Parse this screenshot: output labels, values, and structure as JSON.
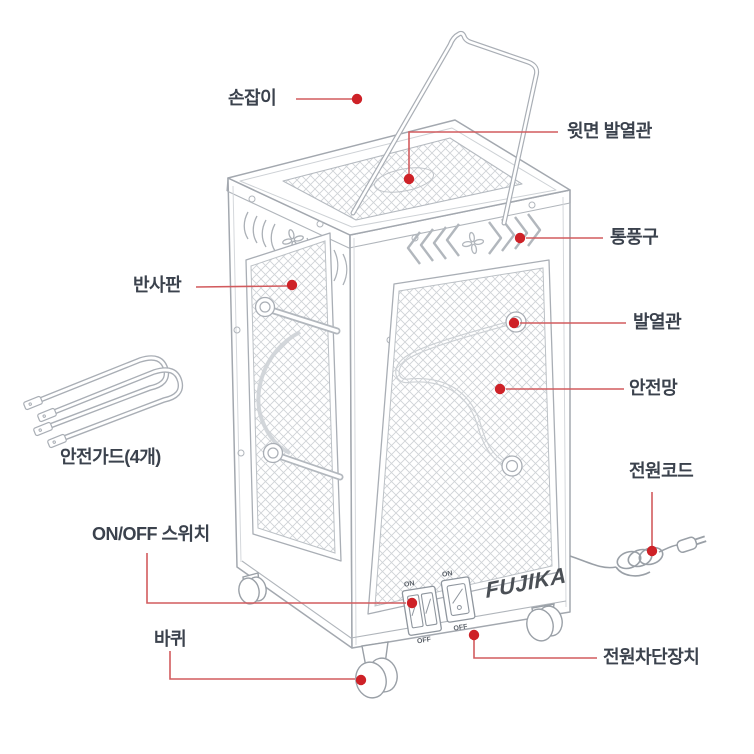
{
  "diagram": {
    "type": "product-parts-diagram",
    "product": {
      "brand": "FUJIKA",
      "category": "electric heater illustration"
    },
    "callouts": {
      "handle": "손잡이",
      "top_heating_tube": "윗면 발열관",
      "vent": "통풍구",
      "reflector": "반사판",
      "heating_tube": "발열관",
      "safety_net": "안전망",
      "safety_guard": "안전가드(4개)",
      "power_cord": "전원코드",
      "on_off_switch": "ON/OFF 스위치",
      "wheel": "바퀴",
      "power_cutoff": "전원차단장치"
    },
    "switch_labels": {
      "on": "ON",
      "off": "OFF"
    },
    "icons": {
      "vent_fan": "fan-icon",
      "vent_chevrons": "chevron-vent-icon"
    },
    "colors": {
      "leader_line": "#d25b5e",
      "callout_dot": "#ce2127",
      "line_art": "#a9aeb5",
      "label_text": "#3b424d",
      "logo_text": "#4a4f55"
    }
  }
}
